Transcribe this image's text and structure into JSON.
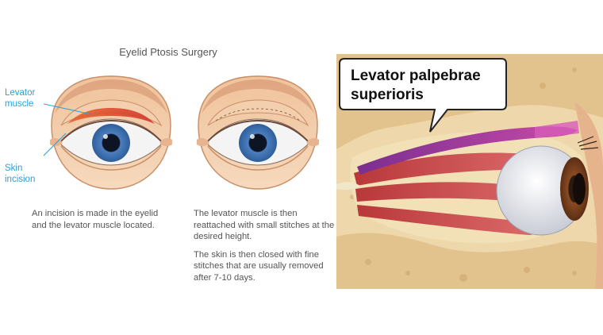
{
  "title": "Eyelid Ptosis Surgery",
  "labels": {
    "levator": "Levator muscle",
    "skin_incision": "Skin incision",
    "callout": "Levator palpebrae superioris"
  },
  "captions": {
    "left": "An incision is made in the eyelid and the levator muscle located.",
    "right_1": "The levator muscle is then reattached with small stitches at the desired height.",
    "right_2": "The skin is then closed with fine stitches that are usually removed after 7-10 days."
  },
  "icons": {
    "eye_before": "eye-with-incision-icon",
    "eye_after": "eye-repaired-icon"
  },
  "colors": {
    "label_blue": "#2b9fd6",
    "muscle_red": "#c0393b",
    "bone_tan": "#e9d2a6",
    "skin": "#f4cda7"
  }
}
